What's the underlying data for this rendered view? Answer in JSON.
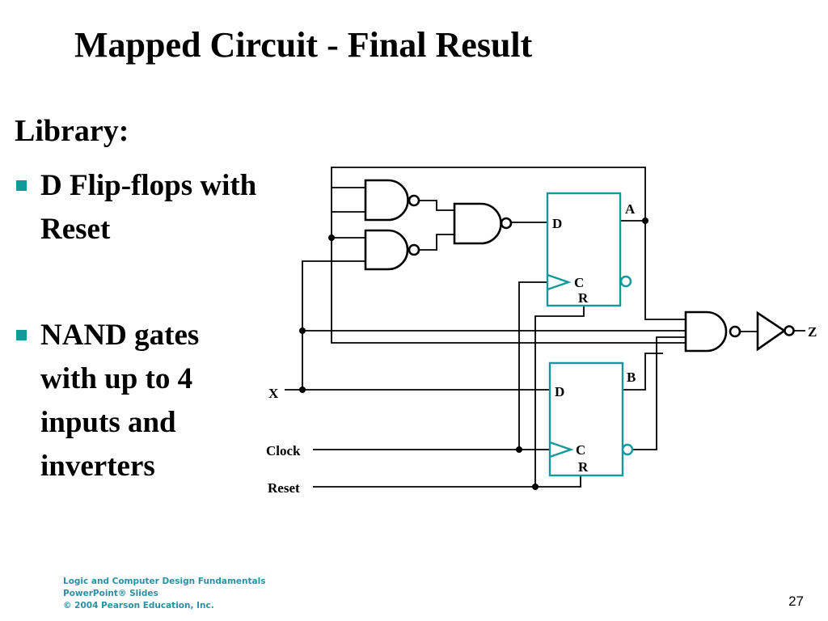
{
  "slide": {
    "title": "Mapped Circuit - Final Result",
    "library_heading": "Library:",
    "bullets": [
      {
        "text": "D Flip-flops with Reset"
      },
      {
        "text": "NAND gates with up to 4 inputs and inverters"
      }
    ],
    "page_number": "27",
    "footer_lines": [
      "Logic and Computer Design Fundamentals",
      "PowerPoint® Slides",
      "© 2004 Pearson Education, Inc."
    ]
  },
  "circuit": {
    "flipflop_a": {
      "output_label": "A",
      "d_label": "D",
      "c_label": "C",
      "r_label": "R"
    },
    "flipflop_b": {
      "output_label": "B",
      "d_label": "D",
      "c_label": "C",
      "r_label": "R"
    },
    "inputs": {
      "x": "X",
      "clock": "Clock",
      "reset": "Reset"
    },
    "output": "Z"
  },
  "colors": {
    "accent": "#109a9a",
    "footer": "#2d8fa3"
  }
}
